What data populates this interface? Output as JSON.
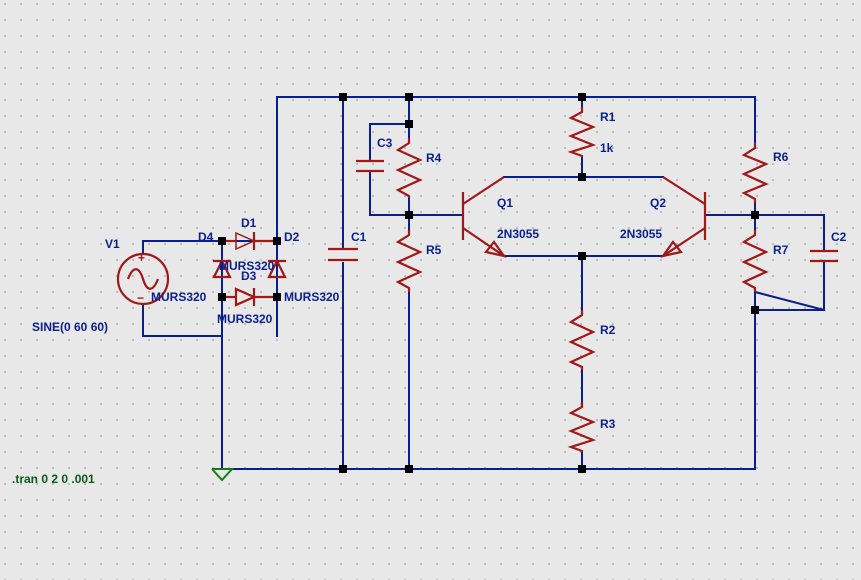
{
  "schematic": {
    "directive": ".tran 0 2 0 .001",
    "source": {
      "ref": "V1",
      "value": "SINE(0 60 60)"
    },
    "diodes": [
      {
        "ref": "D1",
        "model": "MURS320"
      },
      {
        "ref": "D2",
        "model": "MURS320"
      },
      {
        "ref": "D3",
        "model": "MURS320"
      },
      {
        "ref": "D4",
        "model": "MURS320"
      }
    ],
    "capacitors": [
      {
        "ref": "C1"
      },
      {
        "ref": "C2"
      },
      {
        "ref": "C3"
      }
    ],
    "resistors": [
      {
        "ref": "R1",
        "value": "1k"
      },
      {
        "ref": "R2"
      },
      {
        "ref": "R3"
      },
      {
        "ref": "R4"
      },
      {
        "ref": "R5"
      },
      {
        "ref": "R6"
      },
      {
        "ref": "R7"
      }
    ],
    "transistors": [
      {
        "ref": "Q1",
        "model": "2N3055"
      },
      {
        "ref": "Q2",
        "model": "2N3055"
      }
    ],
    "source_pins": {
      "plus": "+",
      "minus": "−"
    }
  },
  "colors": {
    "background": "#e8e8e8",
    "wire": "#0a1f8f",
    "component": "#a01818",
    "label": "#0a1f8f",
    "directive": "#0a5a1a",
    "node": "#000000",
    "ground": "#1a7a1a"
  }
}
